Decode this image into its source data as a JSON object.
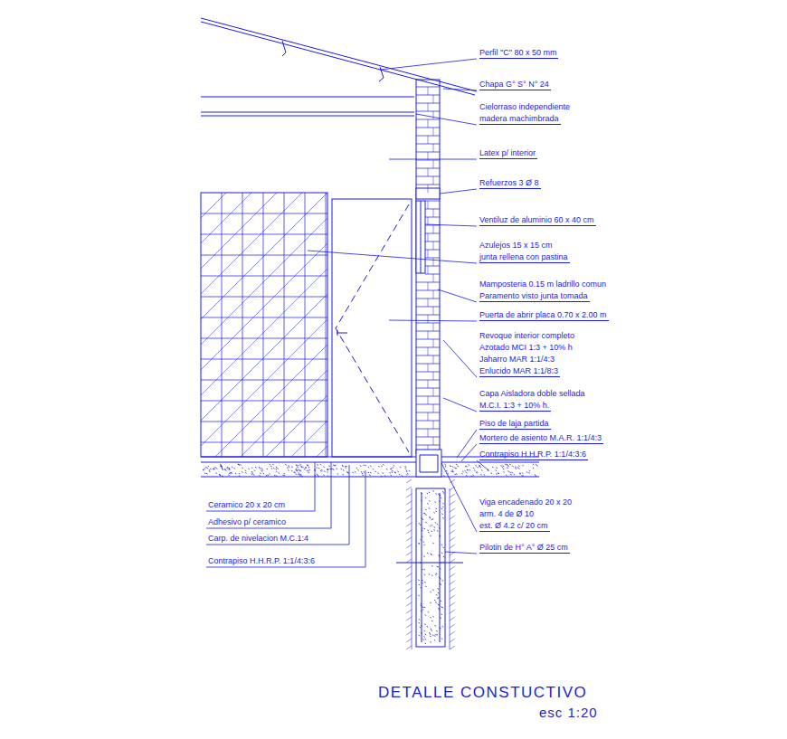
{
  "diagram": {
    "title": "DETALLE CONSTUCTIVO",
    "caption": "esc 1:20",
    "labels": [
      "Perfil \"C\" 80 x 50 mm",
      "Chapa G° S° N° 24",
      "Cielorraso independiente",
      "madera machimbrada",
      "Latex p/ interior",
      "Refuerzos 3 Ø 8",
      "Ventiluz de aluminio 60 x 40 cm",
      "Azulejos 15 x 15 cm",
      "junta rellena con pastina",
      "Mamposteria 0.15 m ladrillo comun",
      "Paramento visto junta tomada",
      "Puerta de abrir placa 0.70 x 2.00 m",
      "Revoque interior completo",
      "Azotado MCI 1:3 + 10% h",
      "Jaharro MAR 1:1/4:3",
      "Enlucido MAR 1:1/8:3",
      "Capa Aisladora doble sellada",
      "M.C.I. 1:3 + 10% h.",
      "Piso de laja partida",
      "Mortero de asiento M.A.R. 1:1/4:3",
      "Contrapiso H.H.R.P. 1:1/4:3:6",
      "Ceramico 20 x 20 cm",
      "Adhesivo p/ ceramico",
      "Carp. de nivelacion M.C.1:4",
      "Contrapiso H.H.R.P. 1:1/4:3:6",
      "Viga encadenado 20 x 20",
      "arm. 4  de Ø 10",
      "est. Ø 4.2 c/ 20 cm",
      "Pilotin de H° A° Ø 25 cm"
    ]
  }
}
